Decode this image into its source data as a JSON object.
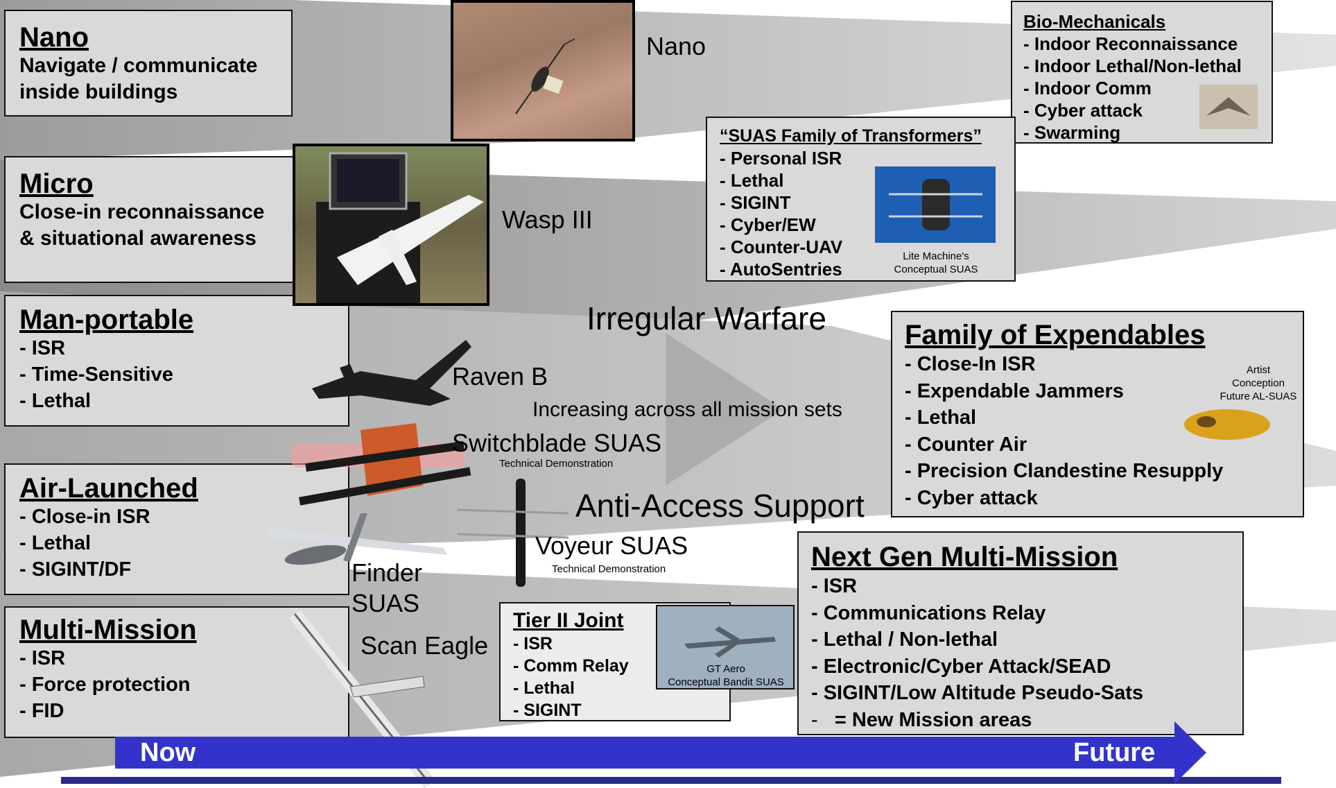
{
  "nano_box": {
    "title": "Nano",
    "lines": [
      "Navigate / communicate",
      "inside buildings"
    ]
  },
  "micro_box": {
    "title": "Micro",
    "lines": [
      "Close-in reconnaissance",
      "& situational awareness"
    ]
  },
  "manportable_box": {
    "title": "Man-portable",
    "items": [
      "- ISR",
      "- Time-Sensitive",
      "- Lethal"
    ]
  },
  "airlaunched_box": {
    "title": "Air-Launched",
    "items": [
      "- Close-in ISR",
      "- Lethal",
      "- SIGINT/DF"
    ]
  },
  "multimission_box": {
    "title": "Multi-Mission",
    "items": [
      "- ISR",
      "- Force protection",
      "- FID"
    ]
  },
  "biomech_box": {
    "title": "Bio-Mechanicals",
    "items": [
      "- Indoor Reconnaissance",
      "- Indoor Lethal/Non-lethal",
      "- Indoor Comm",
      "- Cyber attack",
      "- Swarming"
    ]
  },
  "transformers_box": {
    "title": "“SUAS Family of Transformers”",
    "items": [
      "- Personal ISR",
      "- Lethal",
      "- SIGINT",
      "- Cyber/EW",
      "- Counter-UAV",
      "- AutoSentries"
    ],
    "caption": [
      "Lite Machine's",
      "Conceptual SUAS"
    ]
  },
  "expendables_box": {
    "title": "Family of Expendables",
    "items": [
      "- Close-In ISR",
      "- Expendable Jammers",
      "- Lethal",
      "- Counter Air",
      "- Precision Clandestine Resupply",
      "- Cyber attack"
    ],
    "caption": [
      "Artist",
      "Conception",
      "Future AL-SUAS"
    ]
  },
  "nextgen_box": {
    "title": "Next Gen Multi-Mission",
    "items": [
      "- ISR",
      "- Communications Relay",
      "- Lethal / Non-lethal",
      "- Electronic/Cyber Attack/SEAD",
      "- SIGINT/Low Altitude Pseudo-Sats"
    ],
    "last_dash": "-",
    "last_item": "= New Mission areas"
  },
  "tier2_box": {
    "title": "Tier II Joint",
    "items": [
      "- ISR",
      "- Comm Relay",
      "- Lethal",
      "- SIGINT"
    ],
    "caption": [
      "GT Aero",
      "Conceptual Bandit SUAS"
    ]
  },
  "labels": {
    "nano": "Nano",
    "wasp": "Wasp III",
    "irregular": "Irregular Warfare",
    "raven": "Raven B",
    "increasing": "Increasing across all mission sets",
    "switchblade": "Switchblade SUAS",
    "switchblade_sub": "Technical Demonstration",
    "anti_access": "Anti-Access Support",
    "voyeur": "Voyeur SUAS",
    "voyeur_sub": "Technical Demonstration",
    "finder": [
      "Finder",
      "SUAS"
    ],
    "scan_eagle": "Scan Eagle"
  },
  "timeline": {
    "start": "Now",
    "end": "Future"
  },
  "colors": {
    "box_fill": "#d9d9d9",
    "timeline": "#3333cc",
    "band_dark": "#8c8c8c",
    "band_light": "#b5b5b5"
  }
}
